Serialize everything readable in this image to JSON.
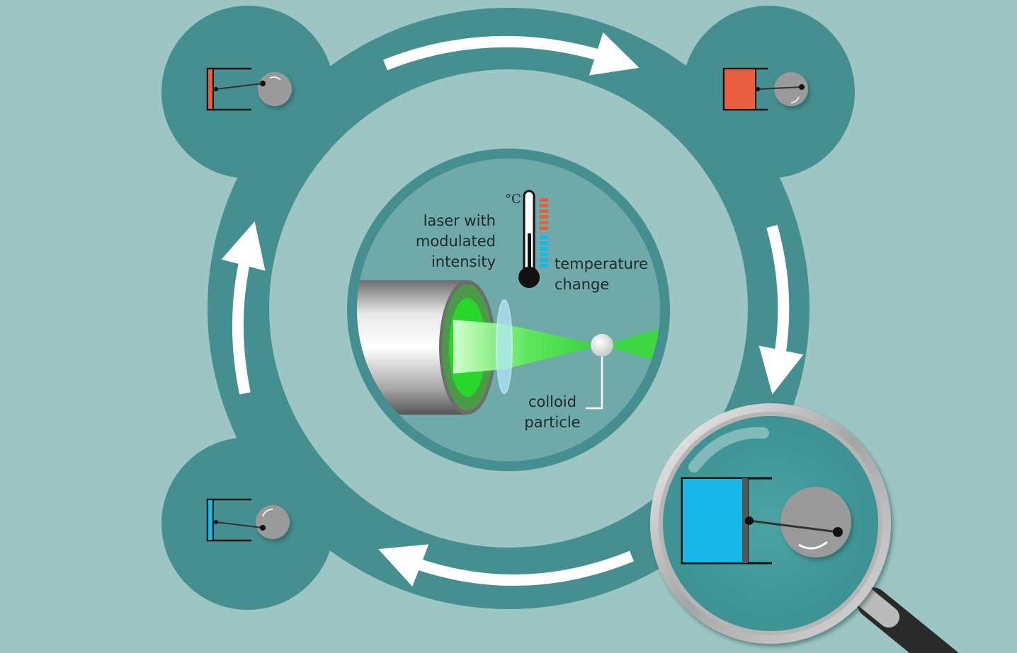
{
  "labels": {
    "laser_line1": "laser with",
    "laser_line2": "modulated",
    "laser_line3": "intensity",
    "temperature_line1": "temperature",
    "temperature_line2": "change",
    "degree_symbol": "°C",
    "colloid_line1": "colloid",
    "colloid_line2": "particle"
  },
  "colors": {
    "background": "#9cc5c4",
    "ring": "#458f90",
    "inner_disc": "#6fa9a9",
    "hot": "#e85c3f",
    "cold": "#18b8ea",
    "laser_green": "#39e43a",
    "arrow": "#ffffff"
  },
  "icons": [
    "thermometer-icon",
    "magnifier-icon",
    "piston-engine-icon",
    "cycle-arrow-icon"
  ]
}
